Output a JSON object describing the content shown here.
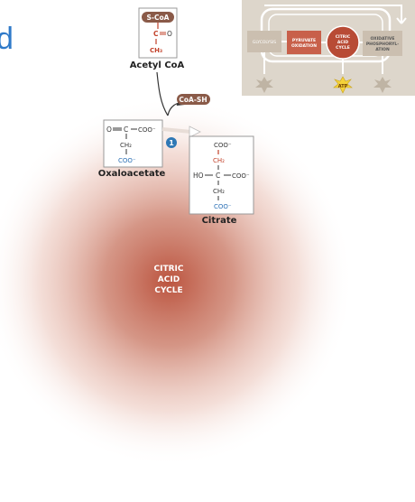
{
  "title_fragment": "d",
  "colors": {
    "cycle_center": "#b84b35",
    "molecule_tag": "#8a5a48",
    "red_bond": "#c2412a",
    "blue_atom": "#2a6fb5",
    "step_badge": "#2f78b5",
    "inset_bg": "#ddd6cb",
    "inset_box": "#cbbfb0",
    "inset_active": "#c8604a"
  },
  "acetyl_coa": {
    "tag": "S-CoA",
    "carbonyl": "C",
    "oxygen": "O",
    "methyl": "CH₃",
    "label": "Acetyl CoA"
  },
  "coa_sh": "CoA-SH",
  "oxaloacetate": {
    "o_left": "O",
    "c_center": "C",
    "coo_top": "COO⁻",
    "ch2": "CH₂",
    "coo_bottom": "COO⁻",
    "label": "Oxaloacetate"
  },
  "step_number": "1",
  "citrate": {
    "coo_top": "COO⁻",
    "ch2_top": "CH₂",
    "ho": "HO",
    "c_center": "C",
    "coo_right": "COO⁻",
    "ch2_bottom": "CH₂",
    "coo_bottom": "COO⁻",
    "label": "Citrate"
  },
  "cycle_label": "CITRIC\nACID\nCYCLE",
  "inset": {
    "glycolysis": "GLYCOLYSIS",
    "pyruvate_oxidation": "PYRUVATE\nOXIDATION",
    "citric_acid_cycle": "CITRIC\nACID\nCYCLE",
    "oxidative_phosphorylation": "OXIDATIVE\nPHOSPHORYL-\nATION",
    "atp": "ATP"
  }
}
